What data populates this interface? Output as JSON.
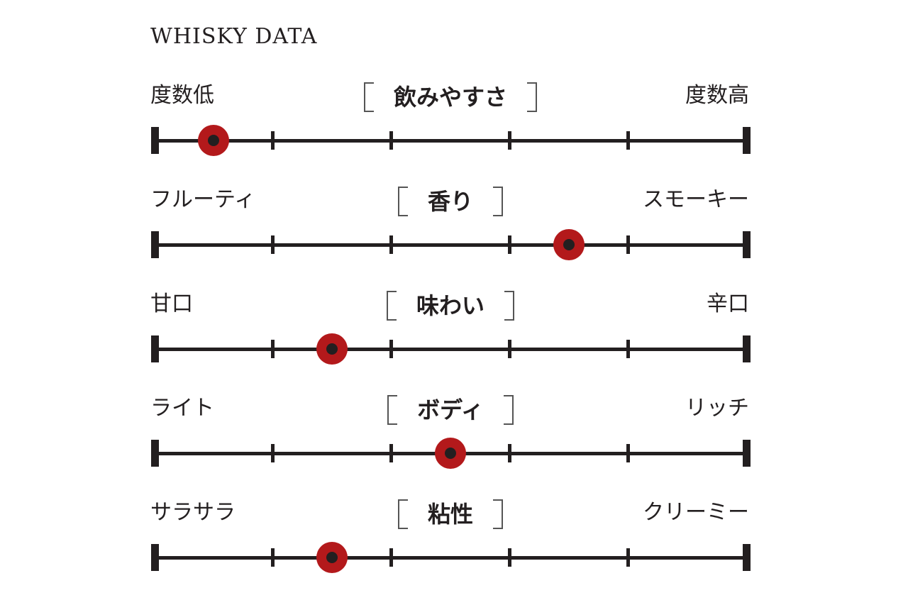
{
  "chart_data": {
    "type": "scale",
    "title": "WHISKY DATA",
    "range": [
      0,
      5
    ],
    "ticks": [
      0,
      1,
      2,
      3,
      4,
      5
    ],
    "colors": {
      "marker": "#b3191b",
      "line": "#231f20"
    },
    "scales": [
      {
        "category": "飲みやすさ",
        "left": "度数低",
        "right": "度数高",
        "value": 0.5
      },
      {
        "category": "香り",
        "left": "フルーティ",
        "right": "スモーキー",
        "value": 3.5
      },
      {
        "category": "味わい",
        "left": "甘口",
        "right": "辛口",
        "value": 1.5
      },
      {
        "category": "ボディ",
        "left": "ライト",
        "right": "リッチ",
        "value": 2.5
      },
      {
        "category": "粘性",
        "left": "サラサラ",
        "right": "クリーミー",
        "value": 1.5
      }
    ]
  }
}
